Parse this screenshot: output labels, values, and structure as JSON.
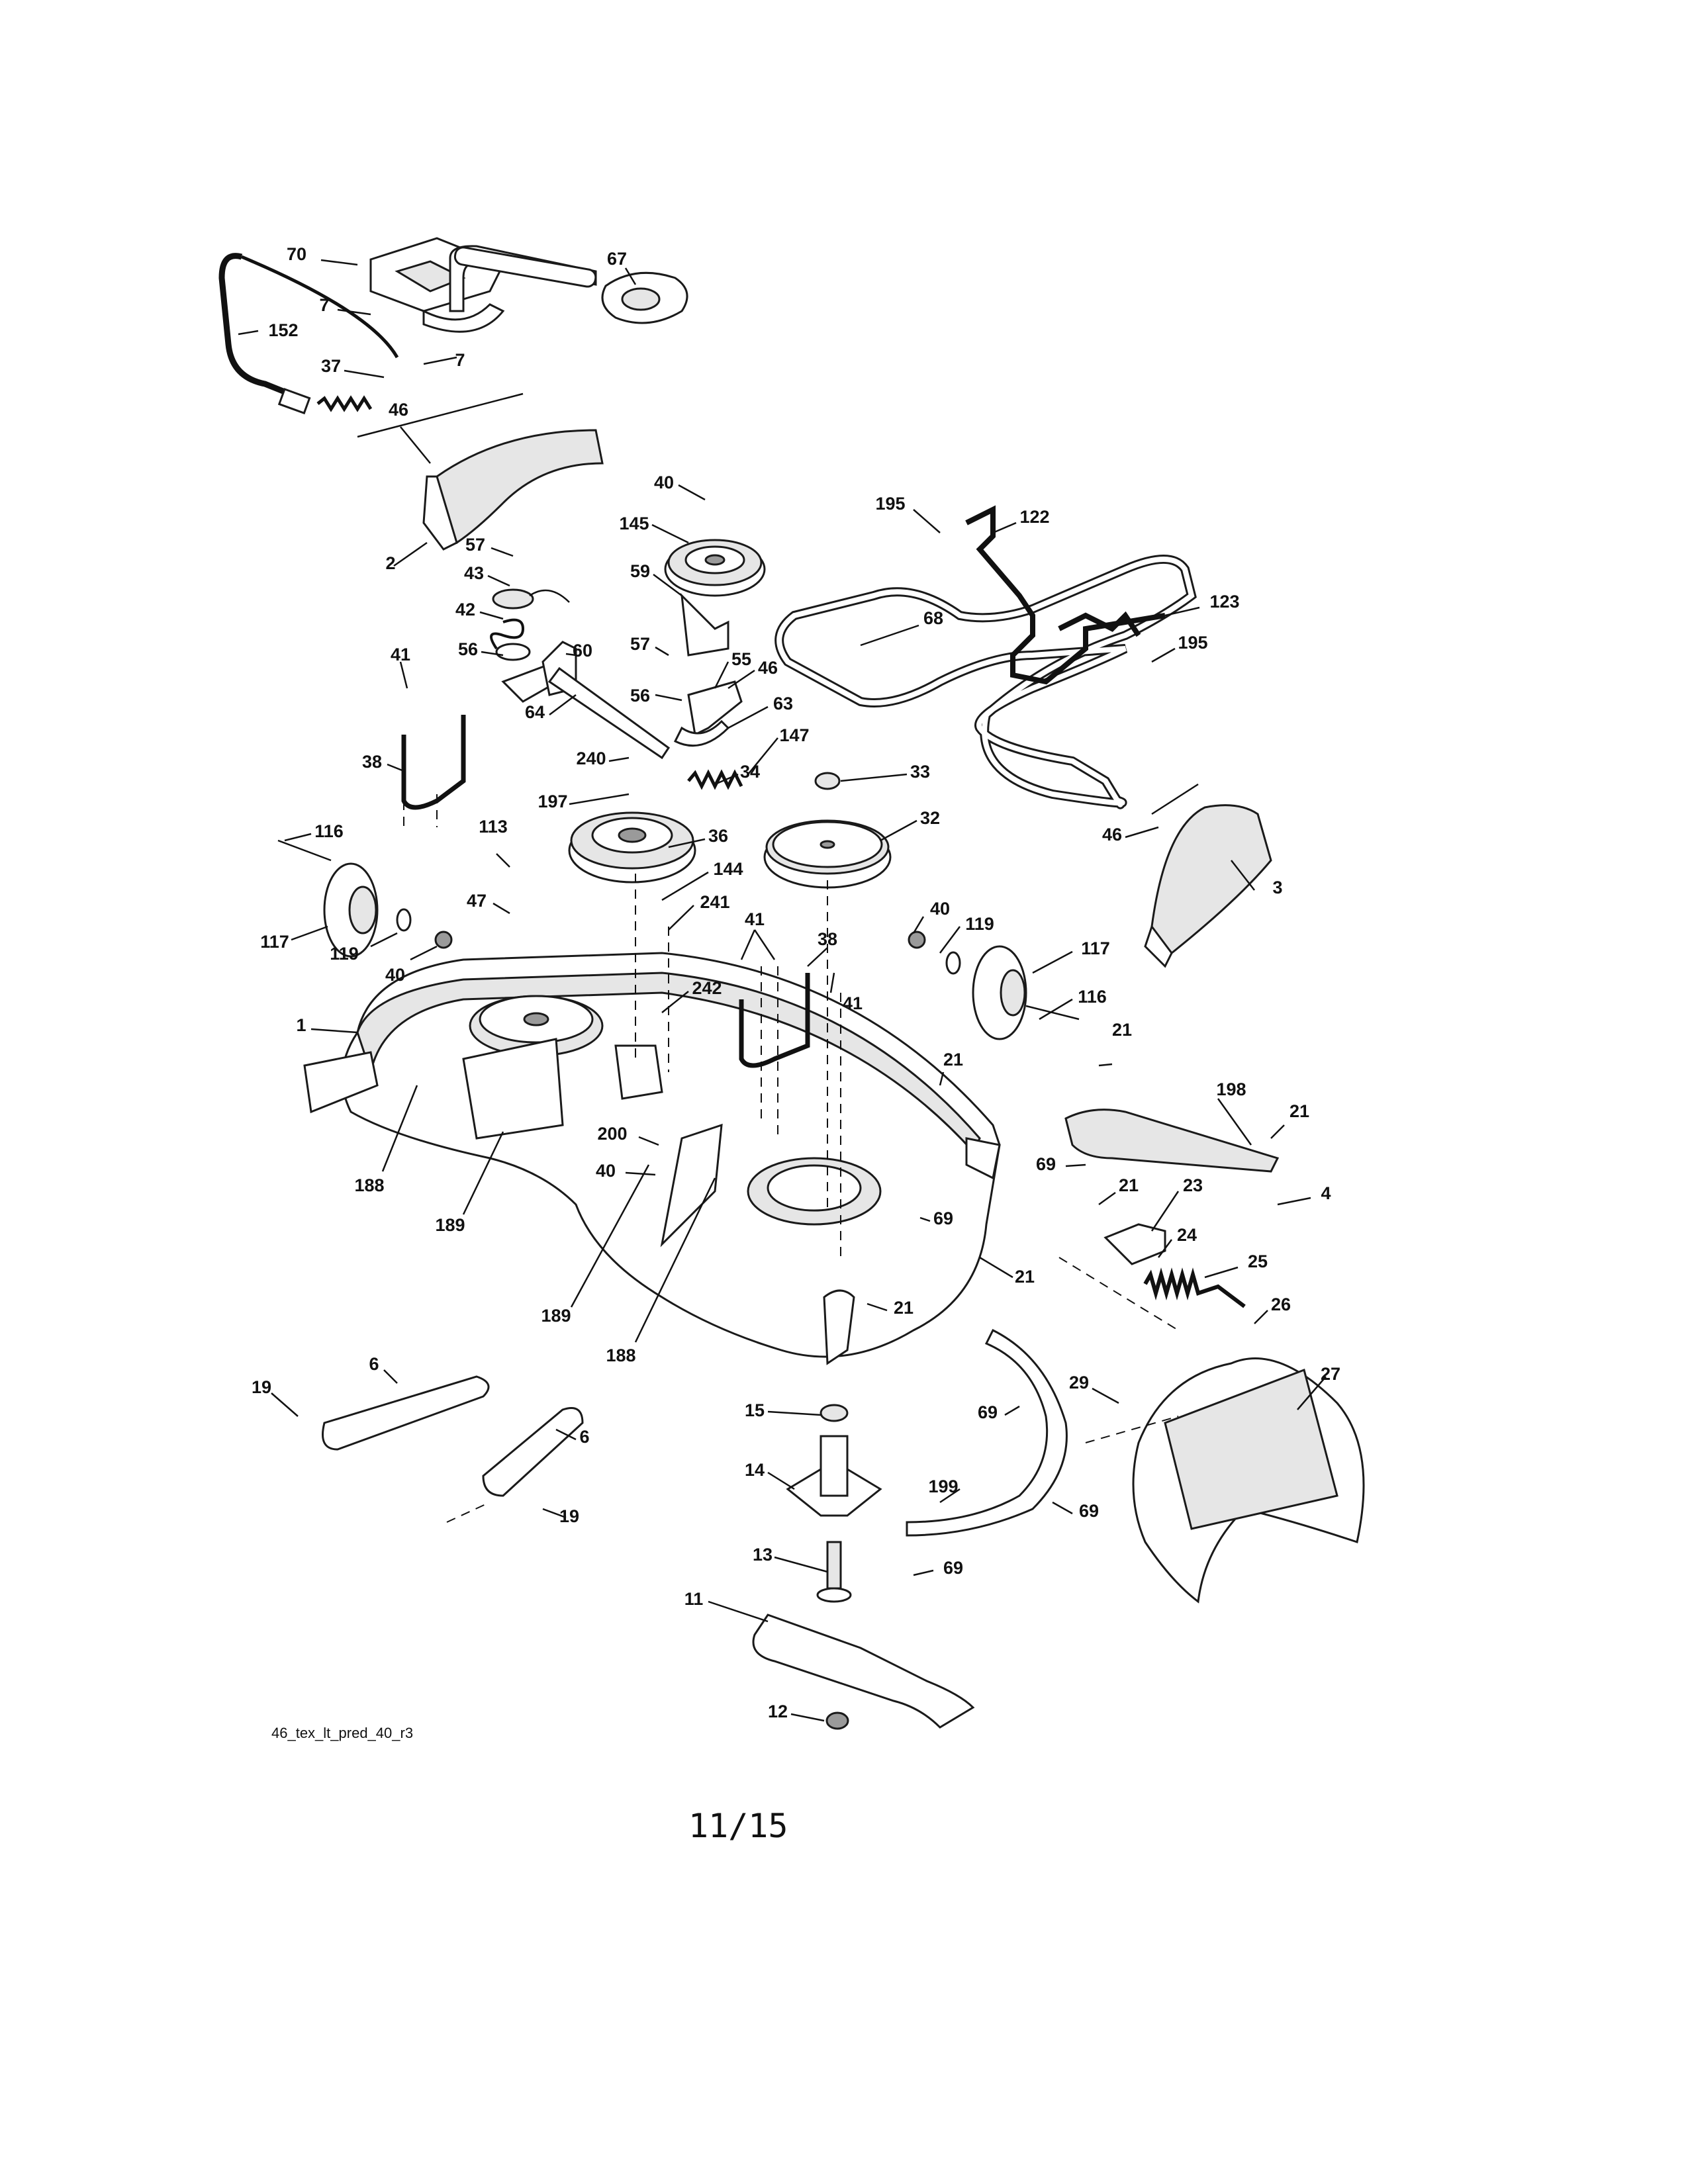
{
  "drawing_code": "46_tex_lt_pred_40_r3",
  "page_number": "11/15",
  "callouts": [
    {
      "id": "c70",
      "label": "70"
    },
    {
      "id": "c67",
      "label": "67"
    },
    {
      "id": "c7a",
      "label": "7"
    },
    {
      "id": "c152",
      "label": "152"
    },
    {
      "id": "c7b",
      "label": "7"
    },
    {
      "id": "c37",
      "label": "37"
    },
    {
      "id": "c46a",
      "label": "46"
    },
    {
      "id": "c2",
      "label": "2"
    },
    {
      "id": "c40a",
      "label": "40"
    },
    {
      "id": "c145",
      "label": "145"
    },
    {
      "id": "c195a",
      "label": "195"
    },
    {
      "id": "c122",
      "label": "122"
    },
    {
      "id": "c57a",
      "label": "57"
    },
    {
      "id": "c59",
      "label": "59"
    },
    {
      "id": "c43",
      "label": "43"
    },
    {
      "id": "c42",
      "label": "42"
    },
    {
      "id": "c68",
      "label": "68"
    },
    {
      "id": "c123",
      "label": "123"
    },
    {
      "id": "c195b",
      "label": "195"
    },
    {
      "id": "c56a",
      "label": "56"
    },
    {
      "id": "c60",
      "label": "60"
    },
    {
      "id": "c57b",
      "label": "57"
    },
    {
      "id": "c41a",
      "label": "41"
    },
    {
      "id": "c55",
      "label": "55"
    },
    {
      "id": "c56b",
      "label": "56"
    },
    {
      "id": "c46b",
      "label": "46"
    },
    {
      "id": "c64",
      "label": "64"
    },
    {
      "id": "c63",
      "label": "63"
    },
    {
      "id": "c147",
      "label": "147"
    },
    {
      "id": "c38a",
      "label": "38"
    },
    {
      "id": "c240",
      "label": "240"
    },
    {
      "id": "c34",
      "label": "34"
    },
    {
      "id": "c33",
      "label": "33"
    },
    {
      "id": "c197",
      "label": "197"
    },
    {
      "id": "c32",
      "label": "32"
    },
    {
      "id": "c46c",
      "label": "46"
    },
    {
      "id": "c116a",
      "label": "116"
    },
    {
      "id": "c113",
      "label": "113"
    },
    {
      "id": "c36",
      "label": "36"
    },
    {
      "id": "c3",
      "label": "3"
    },
    {
      "id": "c144",
      "label": "144"
    },
    {
      "id": "c47",
      "label": "47"
    },
    {
      "id": "c241",
      "label": "241"
    },
    {
      "id": "c41b",
      "label": "41"
    },
    {
      "id": "c40b",
      "label": "40"
    },
    {
      "id": "c38b",
      "label": "38"
    },
    {
      "id": "c117a",
      "label": "117"
    },
    {
      "id": "c119a",
      "label": "119"
    },
    {
      "id": "c119b",
      "label": "119"
    },
    {
      "id": "c117b",
      "label": "117"
    },
    {
      "id": "c40c",
      "label": "40"
    },
    {
      "id": "c242",
      "label": "242"
    },
    {
      "id": "c41c",
      "label": "41"
    },
    {
      "id": "c116b",
      "label": "116"
    },
    {
      "id": "c1",
      "label": "1"
    },
    {
      "id": "c21a",
      "label": "21"
    },
    {
      "id": "c21b",
      "label": "21"
    },
    {
      "id": "c198",
      "label": "198"
    },
    {
      "id": "c200",
      "label": "200"
    },
    {
      "id": "c21c",
      "label": "21"
    },
    {
      "id": "c40d",
      "label": "40"
    },
    {
      "id": "c69a",
      "label": "69"
    },
    {
      "id": "c188a",
      "label": "188"
    },
    {
      "id": "c21d",
      "label": "21"
    },
    {
      "id": "c23",
      "label": "23"
    },
    {
      "id": "c4",
      "label": "4"
    },
    {
      "id": "c189a",
      "label": "189"
    },
    {
      "id": "c69b",
      "label": "69"
    },
    {
      "id": "c24",
      "label": "24"
    },
    {
      "id": "c25",
      "label": "25"
    },
    {
      "id": "c21e",
      "label": "21"
    },
    {
      "id": "c21f",
      "label": "21"
    },
    {
      "id": "c189b",
      "label": "189"
    },
    {
      "id": "c26",
      "label": "26"
    },
    {
      "id": "c188b",
      "label": "188"
    },
    {
      "id": "c6a",
      "label": "6"
    },
    {
      "id": "c27",
      "label": "27"
    },
    {
      "id": "c19a",
      "label": "19"
    },
    {
      "id": "c29",
      "label": "29"
    },
    {
      "id": "c15",
      "label": "15"
    },
    {
      "id": "c69c",
      "label": "69"
    },
    {
      "id": "c6b",
      "label": "6"
    },
    {
      "id": "c14",
      "label": "14"
    },
    {
      "id": "c199",
      "label": "199"
    },
    {
      "id": "c69d",
      "label": "69"
    },
    {
      "id": "c19b",
      "label": "19"
    },
    {
      "id": "c13",
      "label": "13"
    },
    {
      "id": "c69e",
      "label": "69"
    },
    {
      "id": "c11",
      "label": "11"
    },
    {
      "id": "c12",
      "label": "12"
    }
  ]
}
